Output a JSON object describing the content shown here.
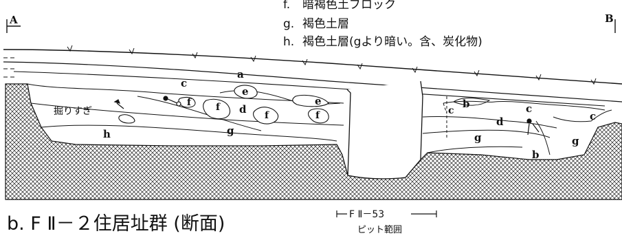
{
  "section_ends": {
    "left": "A",
    "right": "B"
  },
  "legend": [
    {
      "key": "f.",
      "text": "暗褐色土ブロック"
    },
    {
      "key": "g.",
      "text": "褐色土層"
    },
    {
      "key": "h.",
      "text": "褐色土層(gより暗い。含、炭化物)"
    }
  ],
  "layer_labels": {
    "a": "a",
    "b": "b",
    "c": "c",
    "d": "d",
    "e": "e",
    "f": "f",
    "g": "g",
    "h": "h"
  },
  "annotation": "掘りすぎ",
  "caption": "b. F Ⅱ－２住居址群 (断面)",
  "pit_range": {
    "label": "F Ⅱ－53",
    "note": "ピット範囲"
  },
  "colors": {
    "ink": "#111111",
    "paper": "#ffffff",
    "hatch": "#222222"
  }
}
